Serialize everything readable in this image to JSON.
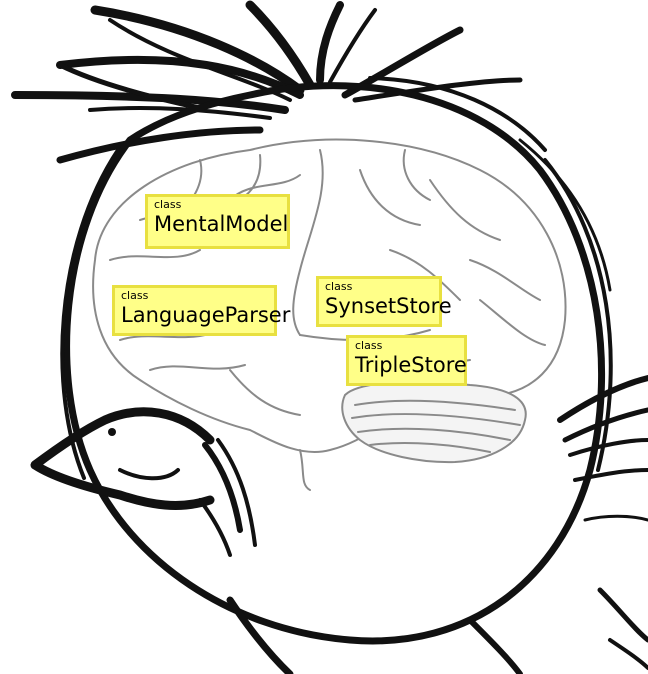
{
  "labels": [
    {
      "kind": "class",
      "name": "MentalModel"
    },
    {
      "kind": "class",
      "name": "LanguageParser"
    },
    {
      "kind": "class",
      "name": "SynsetStore"
    },
    {
      "kind": "class",
      "name": "TripleStore"
    }
  ],
  "colors": {
    "label_fill": "#ffff88",
    "label_border": "#e8e040",
    "sketch_ink": "#111111",
    "brain_line": "#8a8a8a"
  }
}
